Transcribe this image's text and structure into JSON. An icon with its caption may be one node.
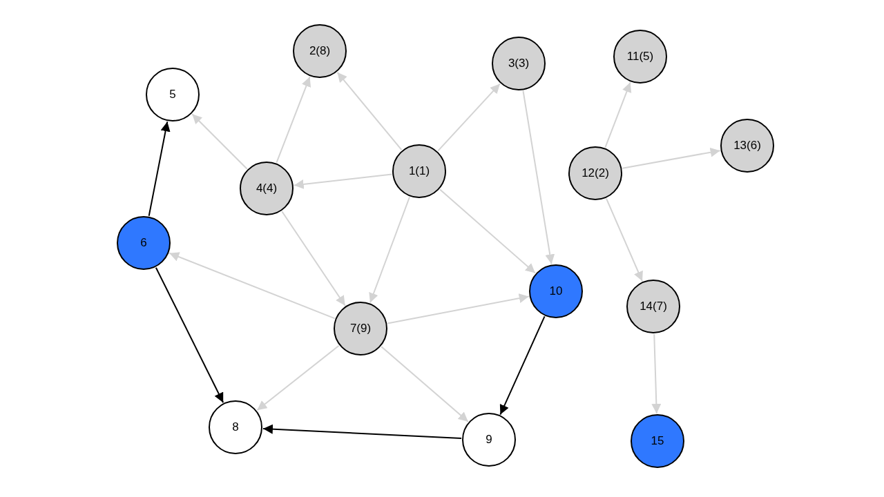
{
  "diagram": {
    "nodes": [
      {
        "text": [
          "1(1)"
        ]
      },
      {
        "text": [
          "2(8)"
        ]
      },
      {
        "text": [
          "3(3)"
        ]
      },
      {
        "text": [
          "4(4)"
        ]
      },
      {
        "text": [
          "5"
        ]
      },
      {
        "text": [
          "6"
        ]
      },
      {
        "text": [
          "7(9)"
        ]
      },
      {
        "text": [
          "8"
        ]
      },
      {
        "text": [
          "9"
        ]
      },
      {
        "text": [
          "10"
        ]
      },
      {
        "text": [
          "11(5)"
        ]
      },
      {
        "text": [
          "12(2)"
        ]
      },
      {
        "text": [
          "13(6)"
        ]
      },
      {
        "text": [
          "14(7)"
        ]
      },
      {
        "text": [
          "15"
        ]
      }
    ],
    "edges": [
      {
        "from": 0,
        "to": 1,
        "arrow": "to"
      },
      {
        "from": 0,
        "to": 2,
        "arrow": "to"
      },
      {
        "from": 0,
        "to": 3,
        "arrow": "to"
      },
      {
        "from": 0,
        "to": 6,
        "arrow": "to"
      },
      {
        "from": 0,
        "to": 9,
        "arrow": "to"
      },
      {
        "from": 2,
        "to": 9,
        "arrow": "to"
      },
      {
        "from": 3,
        "to": 4,
        "arrow": "to"
      },
      {
        "from": 3,
        "to": 1,
        "arrow": "to"
      },
      {
        "from": 3,
        "to": 6,
        "arrow": "to"
      },
      {
        "from": 6,
        "to": 5,
        "arrow": "to"
      },
      {
        "from": 6,
        "to": 9,
        "arrow": "to"
      },
      {
        "from": 6,
        "to": 7,
        "arrow": "to"
      },
      {
        "from": 6,
        "to": 8,
        "arrow": "to"
      },
      {
        "from": 11,
        "to": 10,
        "arrow": "to"
      },
      {
        "from": 11,
        "to": 12,
        "arrow": "to"
      },
      {
        "from": 11,
        "to": 13,
        "arrow": "to"
      },
      {
        "from": 13,
        "to": 14,
        "arrow": "to"
      },
      {
        "from": 5,
        "to": 4,
        "arrow": "to",
        "color": "#000000"
      },
      {
        "from": 5,
        "to": 7,
        "arrow": "to",
        "color": "#000000"
      },
      {
        "from": 8,
        "to": 7,
        "arrow": "to",
        "color": "#000000"
      },
      {
        "from": 9,
        "to": 8,
        "arrow": "to",
        "color": "#000000"
      }
    ]
  }
}
